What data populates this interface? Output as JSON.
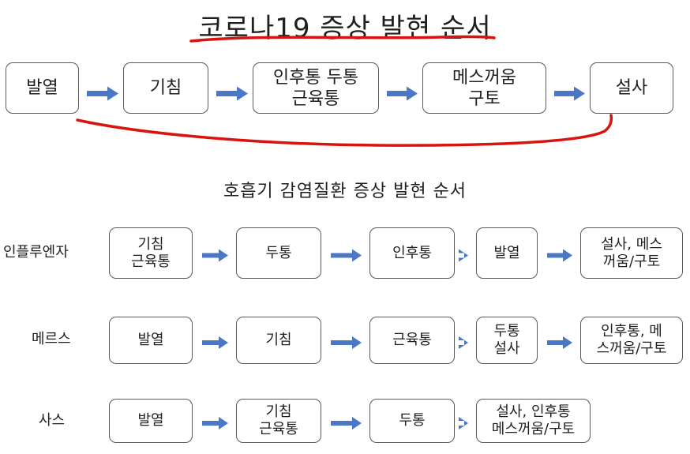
{
  "title": "코로나19 증상 발현 순서",
  "covid_chain": [
    {
      "lines": [
        "발열"
      ]
    },
    {
      "lines": [
        "기침"
      ]
    },
    {
      "lines": [
        "인후통 두통",
        "근육통"
      ]
    },
    {
      "lines": [
        "메스꺼움",
        "구토"
      ]
    },
    {
      "lines": [
        "설사"
      ]
    }
  ],
  "subtitle": "호흡기 감염질환 증상 발현 순서",
  "diseases": [
    {
      "label": "인플루엔자",
      "steps": [
        {
          "lines": [
            "기침",
            "근육통"
          ]
        },
        {
          "lines": [
            "두통"
          ]
        },
        {
          "lines": [
            "인후통"
          ]
        },
        {
          "lines": [
            "발열"
          ]
        },
        {
          "lines": [
            "설사, 메스",
            "꺼움/구토"
          ]
        }
      ]
    },
    {
      "label": "메르스",
      "steps": [
        {
          "lines": [
            "발열"
          ]
        },
        {
          "lines": [
            "기침"
          ]
        },
        {
          "lines": [
            "근육통"
          ]
        },
        {
          "lines": [
            "두통",
            "설사"
          ]
        },
        {
          "lines": [
            "인후통, 메",
            "스꺼움/구토"
          ]
        }
      ]
    },
    {
      "label": "사스",
      "steps": [
        {
          "lines": [
            "발열"
          ]
        },
        {
          "lines": [
            "기침",
            "근육통"
          ]
        },
        {
          "lines": [
            "두통"
          ]
        },
        {
          "lines": [
            "설사, 인후통",
            "메스꺼움/구토"
          ]
        }
      ]
    }
  ],
  "colors": {
    "arrow": "#4a78c7",
    "annotation": "#d9140e",
    "box_border": "#5a5a5a",
    "text": "#1f1f1f"
  }
}
